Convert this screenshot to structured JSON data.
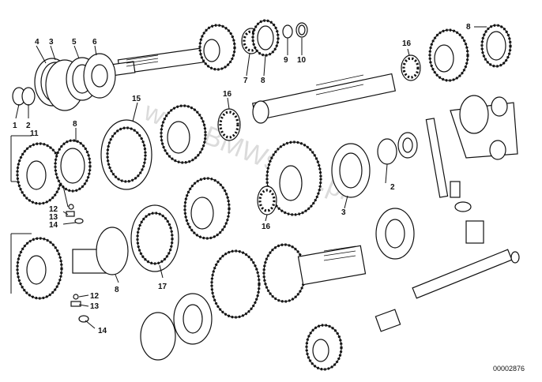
{
  "diagram": {
    "labels": [
      "1",
      "2",
      "3",
      "4",
      "5",
      "6",
      "7",
      "8",
      "9",
      "10",
      "11",
      "12",
      "13",
      "14",
      "15",
      "16",
      "17"
    ],
    "catalog_number": "00002876",
    "watermark": "www.BMWstore.pl"
  }
}
